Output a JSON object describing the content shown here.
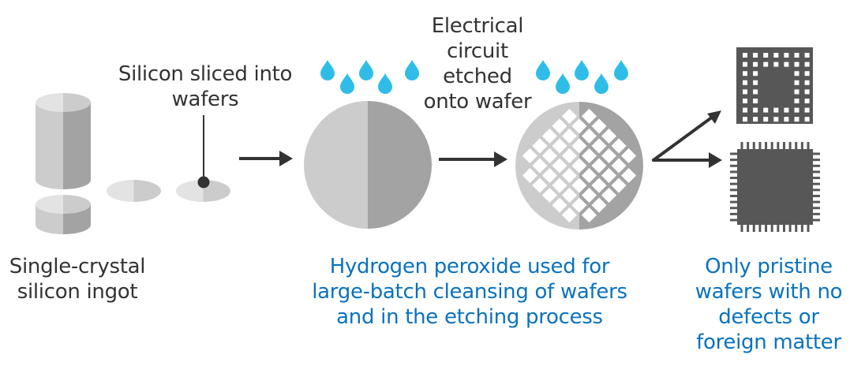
{
  "labels": {
    "sliced": "Silicon sliced into\nwafers",
    "circuit": "Electrical\ncircuit\netched\nonto wafer",
    "ingot": "Single-crystal\nsilicon ingot",
    "hydrogen_peroxide": "Hydrogen peroxide used for\nlarge-batch cleansing of wafers\nand in the etching process",
    "pristine": "Only pristine\nwafers with no\ndefects or\nforeign matter"
  },
  "colors": {
    "text": "#333333",
    "accent_blue": "#0a72bf",
    "drop": "#2fbde8",
    "silicon_light": "#cccccc",
    "silicon_lighter": "#e3e3e3",
    "silicon_dark": "#a3a3a3",
    "chip": "#575757",
    "arrow": "#333333"
  },
  "icons": {
    "ingot": "cylinder-icon",
    "wafer_slice": "disc-icon",
    "droplet": "water-drop-icon",
    "wafer": "wafer-icon",
    "etched_wafer": "etched-wafer-icon",
    "bga_chip": "bga-chip-icon",
    "qfp_chip": "qfp-chip-icon",
    "arrow": "arrow-right-icon"
  },
  "drops_group_1": [
    [
      415,
      76
    ],
    [
      440,
      93
    ],
    [
      464,
      76
    ],
    [
      488,
      93
    ],
    [
      522,
      76
    ]
  ],
  "drops_group_2": [
    [
      688,
      76
    ],
    [
      713,
      93
    ],
    [
      737,
      76
    ],
    [
      762,
      93
    ],
    [
      787,
      76
    ]
  ]
}
